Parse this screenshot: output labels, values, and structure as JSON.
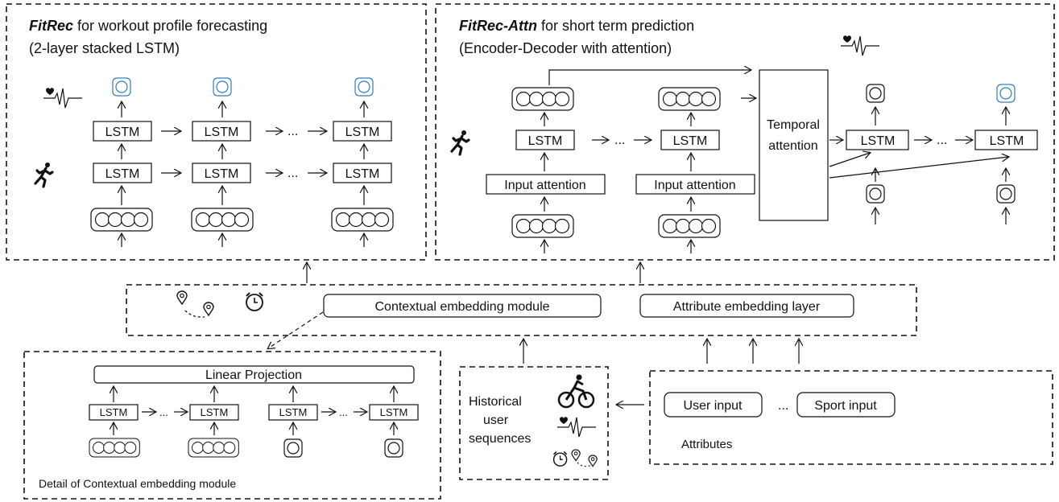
{
  "fitrec": {
    "title_bold": "FitRec",
    "title_rest": " for workout profile forecasting",
    "subtitle": "(2-layer stacked LSTM)",
    "lstm_label": "LSTM",
    "dots": "..."
  },
  "fitrec_attn": {
    "title_bold": "FitRec-Attn",
    "title_rest": " for short term prediction",
    "subtitle": "(Encoder-Decoder with attention)",
    "lstm_label": "LSTM",
    "input_attention": "Input attention",
    "temporal_attention_line1": "Temporal",
    "temporal_attention_line2": "attention",
    "dots": "..."
  },
  "middle": {
    "contextual_embedding": "Contextual embedding module",
    "attribute_embedding": "Attribute embedding layer"
  },
  "detail": {
    "linear_projection": "Linear Projection",
    "lstm_label": "LSTM",
    "dots": "...",
    "caption": "Detail of Contextual embedding module"
  },
  "historical": {
    "line1": "Historical",
    "line2": "user",
    "line3": "sequences"
  },
  "attributes": {
    "user_input": "User input",
    "dots": "...",
    "sport_input": "Sport input",
    "caption": "Attributes"
  },
  "icons": [
    "heartbeat-icon",
    "runner-icon",
    "location-pin-icon",
    "alarm-clock-icon",
    "cyclist-icon"
  ],
  "colors": {
    "highlight": "#2f7fc1",
    "line": "#111111"
  }
}
